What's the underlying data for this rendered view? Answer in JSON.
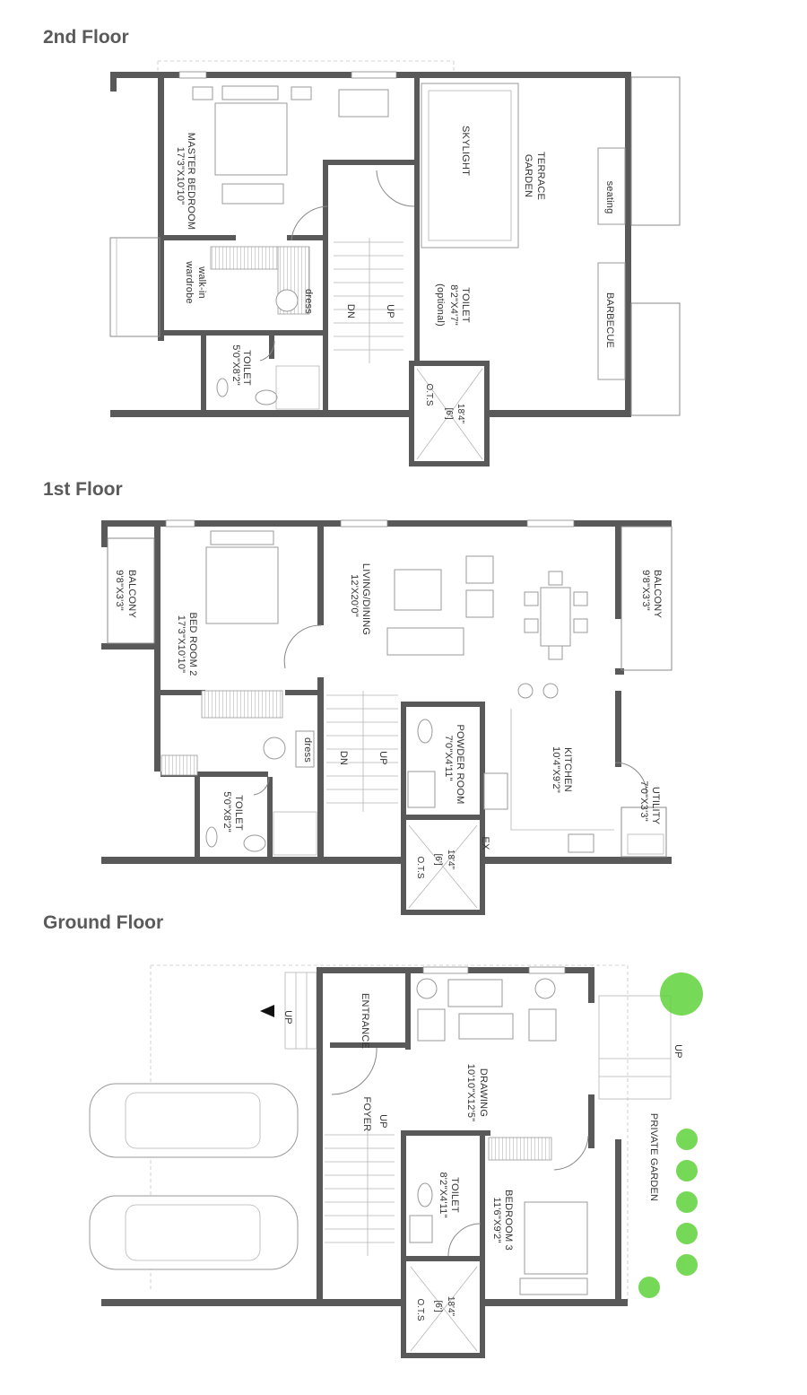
{
  "floors": {
    "second": {
      "title": "2nd  Floor",
      "rooms": {
        "master_bedroom": "MASTER BEDROOM",
        "master_bedroom_size": "17'3\"X10'10\"",
        "walkin": "walk-in",
        "wardrobe": "wardrobe",
        "dress": "dress",
        "toilet": "TOILET",
        "toilet_size": "5'0\"X8'2\"",
        "dn": "DN",
        "up": "UP",
        "toilet_opt": "TOILET",
        "toilet_opt_size": "8'2\"X4'7\"",
        "toilet_opt_note": "(optional)",
        "skylight": "SKYLIGHT",
        "terrace": "TERRACE",
        "garden": "GARDEN",
        "seating": "seating",
        "barbecue": "BARBECUE",
        "ots": "O.T.S",
        "lift": "18'4\"",
        "lift_size": "[6']"
      }
    },
    "first": {
      "title": "1st Floor",
      "rooms": {
        "balcony_l": "BALCONY",
        "balcony_l_size": "9'8\"X3'3\"",
        "bedroom2": "BED ROOM 2",
        "bedroom2_size": "17'3\"X10'10\"",
        "dress": "dress",
        "toilet": "TOILET",
        "toilet_size": "5'0\"X8'2\"",
        "living": "LIVING/DINING",
        "living_size": "12'X20'0\"",
        "dn": "DN",
        "up": "UP",
        "powder": "POWDER ROOM",
        "powder_size": "7'0\"X4'11\"",
        "kitchen": "KITCHEN",
        "kitchen_size": "10'4\"X9'2\"",
        "balcony_r": "BALCONY",
        "balcony_r_size": "9'8\"X3'3\"",
        "utility": "UTILITY",
        "utility_size": "7'0\"X3'3\"",
        "ex": "EX",
        "ots": "O.T.S",
        "lift": "18'4\"",
        "lift_size": "[6']"
      }
    },
    "ground": {
      "title": "Ground Floor",
      "rooms": {
        "up_entry": "UP",
        "entrance": "ENTRANCE",
        "foyer": "FOYER",
        "up_stair": "UP",
        "drawing": "DRAWING",
        "drawing_size": "10'10\"X12'5\"",
        "toilet": "TOILET",
        "toilet_size": "8'2\"X4'11\"",
        "bedroom3": "BEDROOM 3",
        "bedroom3_size": "11'6\"X9'2\"",
        "private_garden": "PRIVATE GARDEN",
        "up_garden": "UP",
        "ots": "O.T.S",
        "lift": "18'4\"",
        "lift_size": "[6']"
      }
    }
  },
  "colors": {
    "wall": "#595959",
    "title": "#5a5a5a",
    "greenery": "#5ed23a"
  }
}
